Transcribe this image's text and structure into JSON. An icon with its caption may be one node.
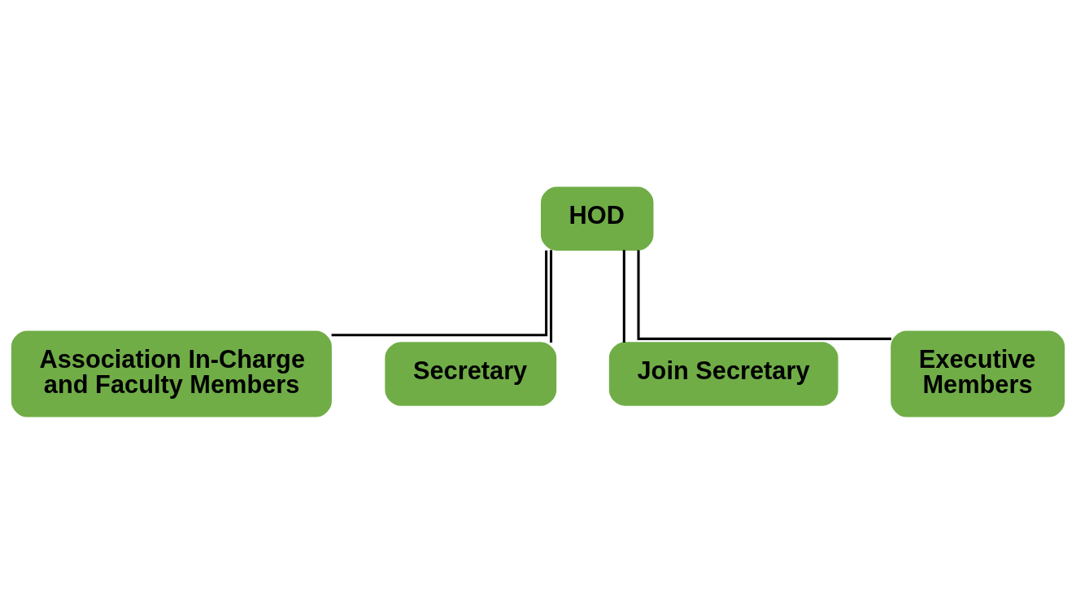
{
  "diagram": {
    "nodes": [
      {
        "text": [
          "HOD"
        ]
      },
      {
        "text": [
          "Association In-Charge and Faculty Members"
        ]
      },
      {
        "text": [
          "Secretary"
        ]
      },
      {
        "text": [
          "Join Secretary"
        ]
      },
      {
        "text": [
          "Executive Members"
        ]
      }
    ],
    "edges": [
      {
        "from": 0,
        "to": 1,
        "arrow": "none"
      },
      {
        "from": 0,
        "to": 2,
        "arrow": "none"
      },
      {
        "from": 0,
        "to": 3,
        "arrow": "none"
      },
      {
        "from": 0,
        "to": 4,
        "arrow": "none"
      }
    ]
  }
}
